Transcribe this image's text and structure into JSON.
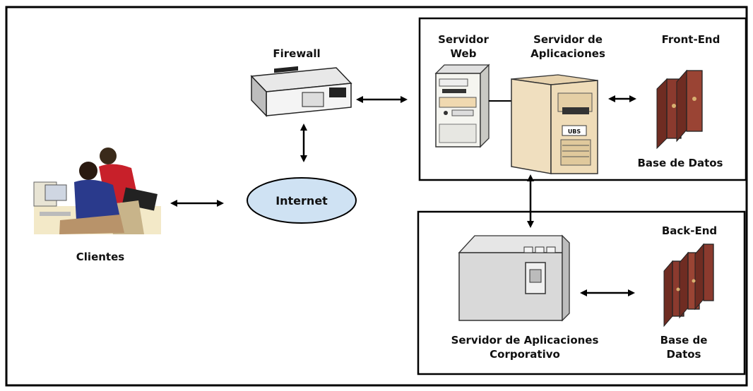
{
  "labels": {
    "firewall": "Firewall",
    "internet": "Internet",
    "clientes": "Clientes",
    "servidor_web_1": "Servidor",
    "servidor_web_2": "Web",
    "servidor_app_1": "Servidor de",
    "servidor_app_2": "Aplicaciones",
    "front_end": "Front-End",
    "base_datos_front": "Base de Datos",
    "back_end": "Back-End",
    "servidor_corp_1": "Servidor de Aplicaciones",
    "servidor_corp_2": "Corporativo",
    "base_datos_back_1": "Base de",
    "base_datos_back_2": "Datos",
    "ubs_badge": "UBS"
  },
  "colors": {
    "internet_fill": "#cfe2f3",
    "binder": "#8b3a2e",
    "server_tan": "#efdcb8",
    "mainframe_gray": "#d9d9d9",
    "client_blue": "#2a3a8c",
    "client_red": "#c8202a"
  }
}
